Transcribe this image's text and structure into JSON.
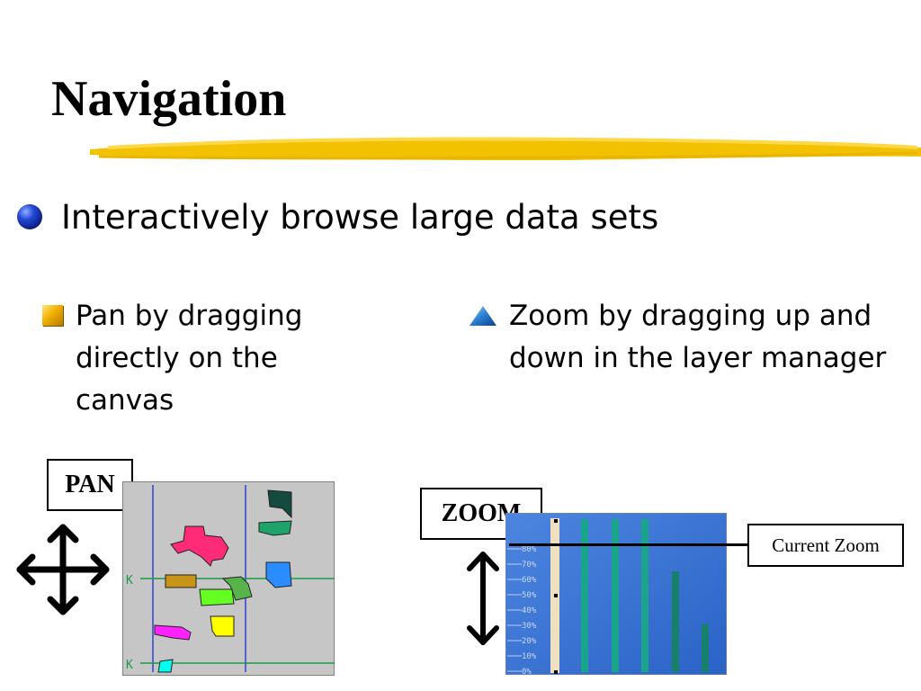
{
  "title": "Navigation",
  "main_bullet": "Interactively browse large data sets",
  "left_bullet": "Pan by dragging directly on the canvas",
  "right_bullet": "Zoom by dragging up and down in the layer manager",
  "pan_label": "PAN",
  "zoom_label": "ZOOM",
  "current_zoom_label": "Current Zoom",
  "layer_manager_ticks": [
    "80%",
    "70%",
    "60%",
    "50%",
    "40%",
    "30%",
    "20%",
    "10%",
    "0%"
  ],
  "canvas_markers": [
    "K",
    "K"
  ],
  "colors": {
    "title_underline": "#f5c400",
    "main_bullet": "#1a3fbf",
    "square_bullet": "#e0a000",
    "triangle_bullet": "#1560b0",
    "canvas_bg": "#c8c8c8",
    "layer_bg": "#2f6fd0",
    "layer_bar": "#18a088"
  },
  "icons": [
    "pan-arrows-icon",
    "zoom-arrows-icon"
  ]
}
